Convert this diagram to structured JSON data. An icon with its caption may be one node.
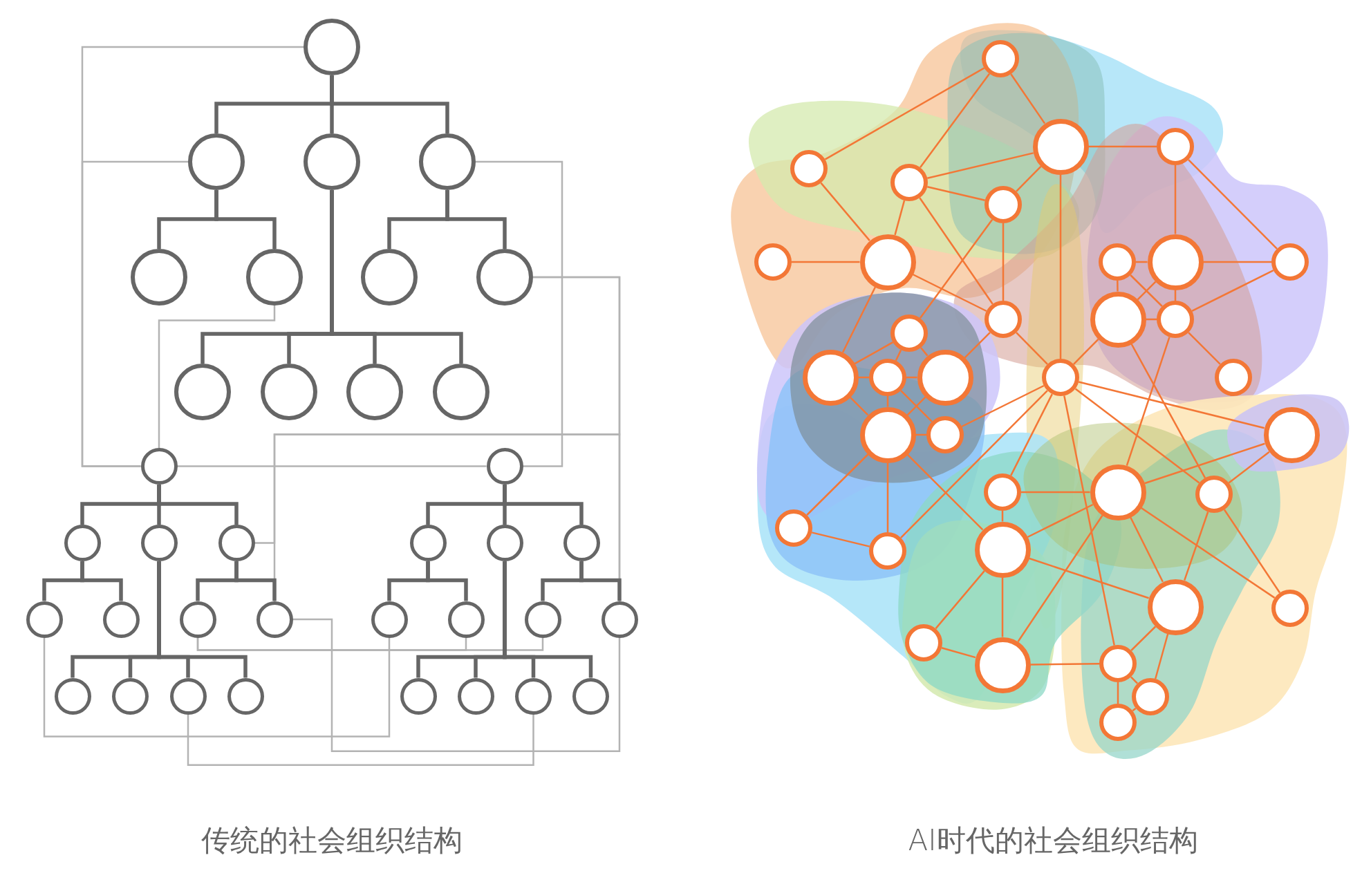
{
  "diagram": {
    "nodes": [
      {
        "text": [],
        "shape": "circle"
      },
      {
        "text": [],
        "shape": "circle"
      },
      {
        "text": [],
        "shape": "circle"
      },
      {
        "text": [],
        "shape": "circle"
      },
      {
        "text": [],
        "shape": "circle"
      },
      {
        "text": [],
        "shape": "circle"
      },
      {
        "text": [],
        "shape": "circle"
      },
      {
        "text": [],
        "shape": "circle"
      },
      {
        "text": [],
        "shape": "circle"
      },
      {
        "text": [],
        "shape": "circle"
      },
      {
        "text": [],
        "shape": "circle"
      },
      {
        "text": [],
        "shape": "circle"
      },
      {
        "text": [],
        "shape": "circle"
      },
      {
        "text": [],
        "shape": "circle"
      },
      {
        "text": [],
        "shape": "circle"
      },
      {
        "text": [],
        "shape": "circle"
      },
      {
        "text": [],
        "shape": "circle"
      },
      {
        "text": [],
        "shape": "circle"
      },
      {
        "text": [],
        "shape": "circle"
      },
      {
        "text": [],
        "shape": "circle"
      },
      {
        "text": [],
        "shape": "circle"
      },
      {
        "text": [],
        "shape": "circle"
      },
      {
        "text": [],
        "shape": "circle"
      },
      {
        "text": [],
        "shape": "circle"
      },
      {
        "text": [],
        "shape": "circle"
      },
      {
        "text": [],
        "shape": "circle"
      },
      {
        "text": [],
        "shape": "circle"
      },
      {
        "text": [],
        "shape": "circle"
      },
      {
        "text": [],
        "shape": "circle"
      },
      {
        "text": [],
        "shape": "circle"
      },
      {
        "text": [],
        "shape": "circle"
      },
      {
        "text": [],
        "shape": "circle"
      },
      {
        "text": [],
        "shape": "circle"
      },
      {
        "text": [],
        "shape": "circle"
      },
      {
        "text": [],
        "shape": "circle"
      },
      {
        "text": [],
        "shape": "circle"
      },
      {
        "text": [],
        "shape": "circle"
      },
      {
        "text": [],
        "shape": "circle"
      },
      {
        "text": [],
        "shape": "circle"
      },
      {
        "text": [],
        "shape": "circle"
      },
      {
        "text": [],
        "shape": "circle"
      },
      {
        "text": [],
        "shape": "circle"
      },
      {
        "text": [],
        "shape": "circle"
      },
      {
        "text": [],
        "shape": "circle"
      },
      {
        "text": [],
        "shape": "circle"
      },
      {
        "text": [],
        "shape": "circle"
      },
      {
        "text": [],
        "shape": "circle"
      },
      {
        "text": [],
        "shape": "circle"
      },
      {
        "text": [],
        "shape": "circle"
      },
      {
        "text": [],
        "shape": "circle"
      },
      {
        "text": [],
        "shape": "circle"
      },
      {
        "text": [],
        "shape": "circle"
      },
      {
        "text": [],
        "shape": "circle"
      },
      {
        "text": [],
        "shape": "circle"
      },
      {
        "text": [],
        "shape": "circle"
      },
      {
        "text": [],
        "shape": "circle"
      },
      {
        "text": [],
        "shape": "circle"
      },
      {
        "text": [],
        "shape": "circle"
      },
      {
        "text": [],
        "shape": "circle"
      },
      {
        "text": [],
        "shape": "circle"
      },
      {
        "text": [],
        "shape": "circle"
      },
      {
        "text": [],
        "shape": "circle"
      },
      {
        "text": [],
        "shape": "circle"
      },
      {
        "text": [],
        "shape": "circle"
      },
      {
        "text": [],
        "shape": "circle"
      },
      {
        "text": [],
        "shape": "circle"
      },
      {
        "text": [],
        "shape": "circle"
      },
      {
        "text": [],
        "shape": "circle"
      },
      {
        "text": [],
        "shape": "circle"
      },
      {
        "text": [],
        "shape": "circle"
      },
      {
        "text": [],
        "shape": "circle"
      },
      {
        "text": [],
        "shape": "circle"
      }
    ],
    "edges": [
      {
        "from": 0,
        "to": 1,
        "arrow": "none",
        "style": "thick",
        "color": "#666666"
      },
      {
        "from": 0,
        "to": 2,
        "arrow": "none",
        "style": "thick",
        "color": "#666666"
      },
      {
        "from": 0,
        "to": 3,
        "arrow": "none",
        "style": "thick",
        "color": "#666666"
      },
      {
        "from": 1,
        "to": 4,
        "arrow": "none",
        "style": "thick",
        "color": "#666666"
      },
      {
        "from": 1,
        "to": 5,
        "arrow": "none",
        "style": "thick",
        "color": "#666666"
      },
      {
        "from": 3,
        "to": 6,
        "arrow": "none",
        "style": "thick",
        "color": "#666666"
      },
      {
        "from": 3,
        "to": 7,
        "arrow": "none",
        "style": "thick",
        "color": "#666666"
      },
      {
        "from": 2,
        "to": 8,
        "arrow": "none",
        "style": "thick",
        "color": "#666666"
      },
      {
        "from": 2,
        "to": 9,
        "arrow": "none",
        "style": "thick",
        "color": "#666666"
      },
      {
        "from": 2,
        "to": 10,
        "arrow": "none",
        "style": "thick",
        "color": "#666666"
      },
      {
        "from": 2,
        "to": 11,
        "arrow": "none",
        "style": "thick",
        "color": "#666666"
      },
      {
        "from": 12,
        "to": 14,
        "arrow": "none",
        "style": "thick",
        "color": "#666666"
      },
      {
        "from": 12,
        "to": 15,
        "arrow": "none",
        "style": "thick",
        "color": "#666666"
      },
      {
        "from": 12,
        "to": 16,
        "arrow": "none",
        "style": "thick",
        "color": "#666666"
      },
      {
        "from": 14,
        "to": 20,
        "arrow": "none",
        "style": "thick",
        "color": "#666666"
      },
      {
        "from": 14,
        "to": 21,
        "arrow": "none",
        "style": "thick",
        "color": "#666666"
      },
      {
        "from": 16,
        "to": 22,
        "arrow": "none",
        "style": "thick",
        "color": "#666666"
      },
      {
        "from": 16,
        "to": 23,
        "arrow": "none",
        "style": "thick",
        "color": "#666666"
      },
      {
        "from": 15,
        "to": 28,
        "arrow": "none",
        "style": "thick",
        "color": "#666666"
      },
      {
        "from": 15,
        "to": 29,
        "arrow": "none",
        "style": "thick",
        "color": "#666666"
      },
      {
        "from": 15,
        "to": 30,
        "arrow": "none",
        "style": "thick",
        "color": "#666666"
      },
      {
        "from": 15,
        "to": 31,
        "arrow": "none",
        "style": "thick",
        "color": "#666666"
      },
      {
        "from": 13,
        "to": 17,
        "arrow": "none",
        "style": "thick",
        "color": "#666666"
      },
      {
        "from": 13,
        "to": 18,
        "arrow": "none",
        "style": "thick",
        "color": "#666666"
      },
      {
        "from": 13,
        "to": 19,
        "arrow": "none",
        "style": "thick",
        "color": "#666666"
      },
      {
        "from": 17,
        "to": 24,
        "arrow": "none",
        "style": "thick",
        "color": "#666666"
      },
      {
        "from": 17,
        "to": 25,
        "arrow": "none",
        "style": "thick",
        "color": "#666666"
      },
      {
        "from": 19,
        "to": 26,
        "arrow": "none",
        "style": "thick",
        "color": "#666666"
      },
      {
        "from": 19,
        "to": 27,
        "arrow": "none",
        "style": "thick",
        "color": "#666666"
      },
      {
        "from": 18,
        "to": 32,
        "arrow": "none",
        "style": "thick",
        "color": "#666666"
      },
      {
        "from": 18,
        "to": 33,
        "arrow": "none",
        "style": "thick",
        "color": "#666666"
      },
      {
        "from": 18,
        "to": 34,
        "arrow": "none",
        "style": "thick",
        "color": "#666666"
      },
      {
        "from": 18,
        "to": 35,
        "arrow": "none",
        "style": "thick",
        "color": "#666666"
      },
      {
        "from": 0,
        "to": 12,
        "arrow": "none",
        "color": "#b3b3b3"
      },
      {
        "from": 1,
        "to": 12,
        "arrow": "none",
        "color": "#b3b3b3"
      },
      {
        "from": 3,
        "to": 13,
        "arrow": "none",
        "color": "#b3b3b3"
      },
      {
        "from": 5,
        "to": 12,
        "arrow": "none",
        "color": "#b3b3b3"
      },
      {
        "from": 12,
        "to": 13,
        "arrow": "none",
        "color": "#b3b3b3"
      },
      {
        "from": 7,
        "to": 27,
        "arrow": "none",
        "color": "#b3b3b3"
      },
      {
        "from": 16,
        "to": 27,
        "arrow": "none",
        "color": "#b3b3b3"
      },
      {
        "from": 23,
        "to": 7,
        "arrow": "none",
        "color": "#b3b3b3"
      },
      {
        "from": 20,
        "to": 24,
        "arrow": "none",
        "color": "#b3b3b3"
      },
      {
        "from": 22,
        "to": 25,
        "arrow": "none",
        "color": "#b3b3b3"
      },
      {
        "from": 22,
        "to": 26,
        "arrow": "none",
        "color": "#b3b3b3"
      },
      {
        "from": 23,
        "to": 27,
        "arrow": "none",
        "color": "#b3b3b3"
      },
      {
        "from": 30,
        "to": 34,
        "arrow": "none",
        "color": "#b3b3b3"
      },
      {
        "from": 36,
        "to": 39,
        "arrow": "none"
      },
      {
        "from": 36,
        "to": 40,
        "arrow": "none"
      },
      {
        "from": 36,
        "to": 37,
        "arrow": "none"
      },
      {
        "from": 39,
        "to": 43,
        "arrow": "none"
      },
      {
        "from": 40,
        "to": 37,
        "arrow": "none"
      },
      {
        "from": 40,
        "to": 41,
        "arrow": "none"
      },
      {
        "from": 40,
        "to": 43,
        "arrow": "none"
      },
      {
        "from": 40,
        "to": 47,
        "arrow": "none"
      },
      {
        "from": 41,
        "to": 37,
        "arrow": "none"
      },
      {
        "from": 41,
        "to": 47,
        "arrow": "none"
      },
      {
        "from": 41,
        "to": 50,
        "arrow": "none"
      },
      {
        "from": 42,
        "to": 43,
        "arrow": "none"
      },
      {
        "from": 43,
        "to": 47,
        "arrow": "none"
      },
      {
        "from": 43,
        "to": 51,
        "arrow": "none"
      },
      {
        "from": 47,
        "to": 53,
        "arrow": "none"
      },
      {
        "from": 47,
        "to": 54,
        "arrow": "none"
      },
      {
        "from": 50,
        "to": 51,
        "arrow": "none"
      },
      {
        "from": 50,
        "to": 52,
        "arrow": "none"
      },
      {
        "from": 50,
        "to": 53,
        "arrow": "none"
      },
      {
        "from": 51,
        "to": 52,
        "arrow": "none"
      },
      {
        "from": 52,
        "to": 53,
        "arrow": "none"
      },
      {
        "from": 37,
        "to": 38,
        "arrow": "none"
      },
      {
        "from": 37,
        "to": 54,
        "arrow": "none"
      },
      {
        "from": 38,
        "to": 45,
        "arrow": "none"
      },
      {
        "from": 38,
        "to": 46,
        "arrow": "none"
      },
      {
        "from": 45,
        "to": 46,
        "arrow": "none"
      },
      {
        "from": 44,
        "to": 45,
        "arrow": "none"
      },
      {
        "from": 44,
        "to": 48,
        "arrow": "none"
      },
      {
        "from": 44,
        "to": 49,
        "arrow": "none"
      },
      {
        "from": 45,
        "to": 48,
        "arrow": "none"
      },
      {
        "from": 45,
        "to": 49,
        "arrow": "none"
      },
      {
        "from": 48,
        "to": 49,
        "arrow": "none"
      },
      {
        "from": 49,
        "to": 46,
        "arrow": "none"
      },
      {
        "from": 48,
        "to": 54,
        "arrow": "none"
      },
      {
        "from": 48,
        "to": 61,
        "arrow": "none"
      },
      {
        "from": 49,
        "to": 60,
        "arrow": "none"
      },
      {
        "from": 49,
        "to": 55,
        "arrow": "none"
      },
      {
        "from": 54,
        "to": 58,
        "arrow": "none"
      },
      {
        "from": 54,
        "to": 69,
        "arrow": "none"
      },
      {
        "from": 54,
        "to": 57,
        "arrow": "none"
      },
      {
        "from": 54,
        "to": 63,
        "arrow": "none"
      },
      {
        "from": 54,
        "to": 59,
        "arrow": "none"
      },
      {
        "from": 54,
        "to": 61,
        "arrow": "none"
      },
      {
        "from": 60,
        "to": 59,
        "arrow": "none"
      },
      {
        "from": 60,
        "to": 58,
        "arrow": "none"
      },
      {
        "from": 60,
        "to": 65,
        "arrow": "none"
      },
      {
        "from": 60,
        "to": 68,
        "arrow": "none"
      },
      {
        "from": 60,
        "to": 64,
        "arrow": "none"
      },
      {
        "from": 64,
        "to": 65,
        "arrow": "none"
      },
      {
        "from": 58,
        "to": 61,
        "arrow": "none"
      },
      {
        "from": 61,
        "to": 66,
        "arrow": "none"
      },
      {
        "from": 61,
        "to": 65,
        "arrow": "none"
      },
      {
        "from": 65,
        "to": 69,
        "arrow": "none"
      },
      {
        "from": 65,
        "to": 70,
        "arrow": "none"
      },
      {
        "from": 60,
        "to": 66,
        "arrow": "none"
      },
      {
        "from": 68,
        "to": 69,
        "arrow": "none"
      },
      {
        "from": 69,
        "to": 71,
        "arrow": "none"
      },
      {
        "from": 69,
        "to": 70,
        "arrow": "none"
      },
      {
        "from": 70,
        "to": 71,
        "arrow": "none"
      },
      {
        "from": 64,
        "to": 68,
        "arrow": "none"
      },
      {
        "from": 67,
        "to": 68,
        "arrow": "none"
      },
      {
        "from": 67,
        "to": 64,
        "arrow": "none"
      },
      {
        "from": 59,
        "to": 64,
        "arrow": "none"
      },
      {
        "from": 56,
        "to": 64,
        "arrow": "none"
      },
      {
        "from": 51,
        "to": 56,
        "arrow": "none"
      },
      {
        "from": 52,
        "to": 56,
        "arrow": "none"
      },
      {
        "from": 53,
        "to": 56,
        "arrow": "none"
      },
      {
        "from": 56,
        "to": 57,
        "arrow": "none"
      },
      {
        "from": 56,
        "to": 62,
        "arrow": "none"
      },
      {
        "from": 56,
        "to": 63,
        "arrow": "none"
      },
      {
        "from": 52,
        "to": 57,
        "arrow": "none"
      },
      {
        "from": 62,
        "to": 63,
        "arrow": "none"
      }
    ],
    "labels": [
      "传统的社会组织结构",
      "AI时代的社会组织结构"
    ]
  }
}
